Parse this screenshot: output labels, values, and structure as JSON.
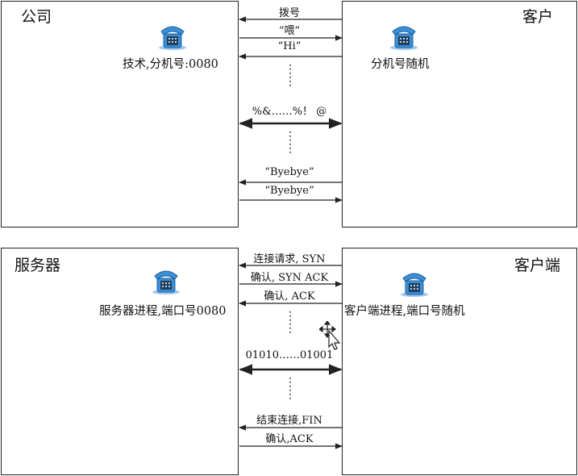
{
  "top": {
    "left_title": "公司",
    "right_title": "客户",
    "left_label": "技术,分机号:0080",
    "right_label": "分机号随机",
    "messages": [
      "拨号",
      "“喂”",
      "“Hi”",
      "%&……%！ @",
      "“Byebye”",
      "“Byebye”"
    ]
  },
  "bottom": {
    "left_title": "服务器",
    "right_title": "客户端",
    "left_label": "服务器进程,端口号0080",
    "right_label": "客户端进程,端口号随机",
    "messages": [
      "连接请求, SYN",
      "确认, SYN ACK",
      "确认, ACK",
      "01010……01001",
      "结束连接,FIN",
      "确认,ACK"
    ]
  },
  "colors": {
    "phone": "#3a8fd6",
    "line": "#222222"
  },
  "icons": {
    "phone": "telephone-icon",
    "cursor": "move-cursor-icon"
  }
}
